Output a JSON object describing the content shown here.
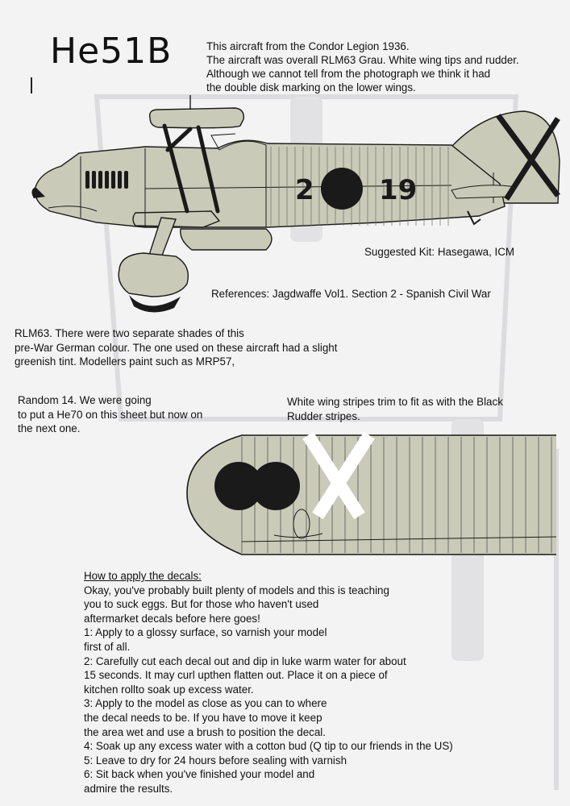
{
  "title": "He51B",
  "intro": [
    "This aircraft from the Condor Legion 1936.",
    "The aircraft was overall RLM63 Grau. White wing tips and rudder.",
    "Although we cannot tell from the photograph we think it had",
    "the double disk marking on the lower wings."
  ],
  "fuselage_code": {
    "left": "2",
    "right": "19"
  },
  "suggested_kit": "Suggested Kit: Hasegawa, ICM",
  "references": "References: Jagdwaffe Vol1. Section 2 - Spanish Civil War",
  "rlm_note": [
    "RLM63. There were two separate shades of this",
    "pre-War German colour. The one used on these aircraft had a slight",
    "greenish tint. Modellers paint such as MRP57,"
  ],
  "random_note": [
    "Random 14. We were going",
    "to put a He70 on this sheet but now on",
    "the next one."
  ],
  "stripes_note": [
    "White wing stripes trim to fit as with the Black",
    "Rudder stripes."
  ],
  "howto": {
    "heading": "How to apply the decals:",
    "lines": [
      "Okay, you've probably built plenty of models and this is teaching",
      "you to suck eggs. But for those who haven't used",
      "aftermarket decals before here goes!",
      "1: Apply to a glossy surface, so varnish your model",
      "first of all.",
      "2: Carefully cut each decal out and dip in luke warm water for about",
      "15 seconds. It may curl upthen flatten out. Place it on a piece of",
      "kitchen rollto soak up excess water.",
      "3: Apply to the model as close as you can to where",
      "the decal needs to be. If you have to move it keep",
      "the area wet and use a brush to position the decal.",
      "4: Soak up any excess water with a cotton bud (Q tip to our friends in the US)",
      "5: Leave to dry for 24 hours before sealing with varnish",
      "6: Sit back when you've finished your model and",
      "admire the results."
    ]
  },
  "colors": {
    "rlm63": "#c9cbb8",
    "outline": "#1a1a1a",
    "background": "#f3f3f4"
  }
}
